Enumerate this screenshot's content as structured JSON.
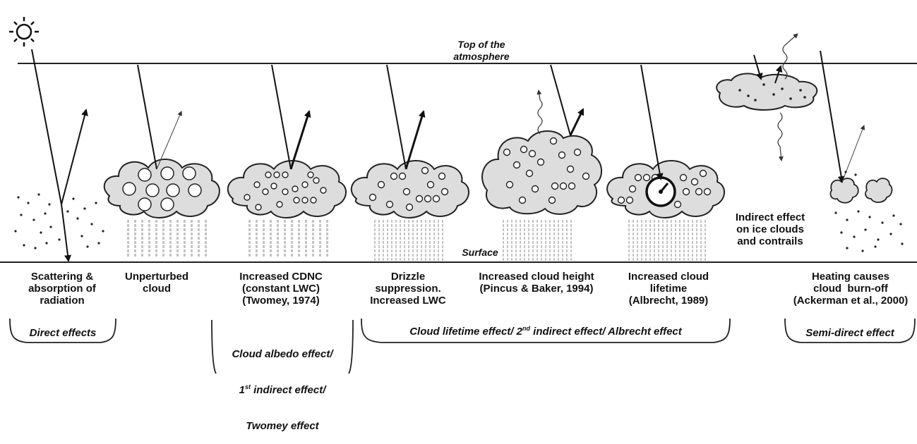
{
  "atmosphere": {
    "top_line1": "Top of the",
    "top_line2": "atmosphere",
    "surface": "Surface"
  },
  "panels": [
    {
      "label": "Scattering &\nabsorption of\nradiation"
    },
    {
      "label": "Unperturbed\ncloud"
    },
    {
      "label": "Increased CDNC\n(constant LWC)\n(Twomey, 1974)"
    },
    {
      "label": "Drizzle\nsuppression.\nIncreased LWC"
    },
    {
      "label": "Increased cloud height\n(Pincus & Baker, 1994)"
    },
    {
      "label": "Increased cloud\nlifetime\n(Albrecht, 1989)"
    },
    {
      "label": "Indirect effect\non ice clouds\nand contrails"
    },
    {
      "label": "Heating causes\ncloud  burn-off\n(Ackerman et al., 2000)"
    }
  ],
  "categories": {
    "direct": "Direct effects",
    "albedo_line1": "Cloud albedo effect/",
    "albedo_line2_num": "1",
    "albedo_line2_sup": "st",
    "albedo_line2_rest": " indirect effect/",
    "albedo_line3": "Twomey effect",
    "lifetime_pre": "Cloud lifetime effect/ 2",
    "lifetime_sup": "nd",
    "lifetime_post": " indirect effect/ Albrecht effect",
    "semidirect": "Semi-direct effect"
  }
}
